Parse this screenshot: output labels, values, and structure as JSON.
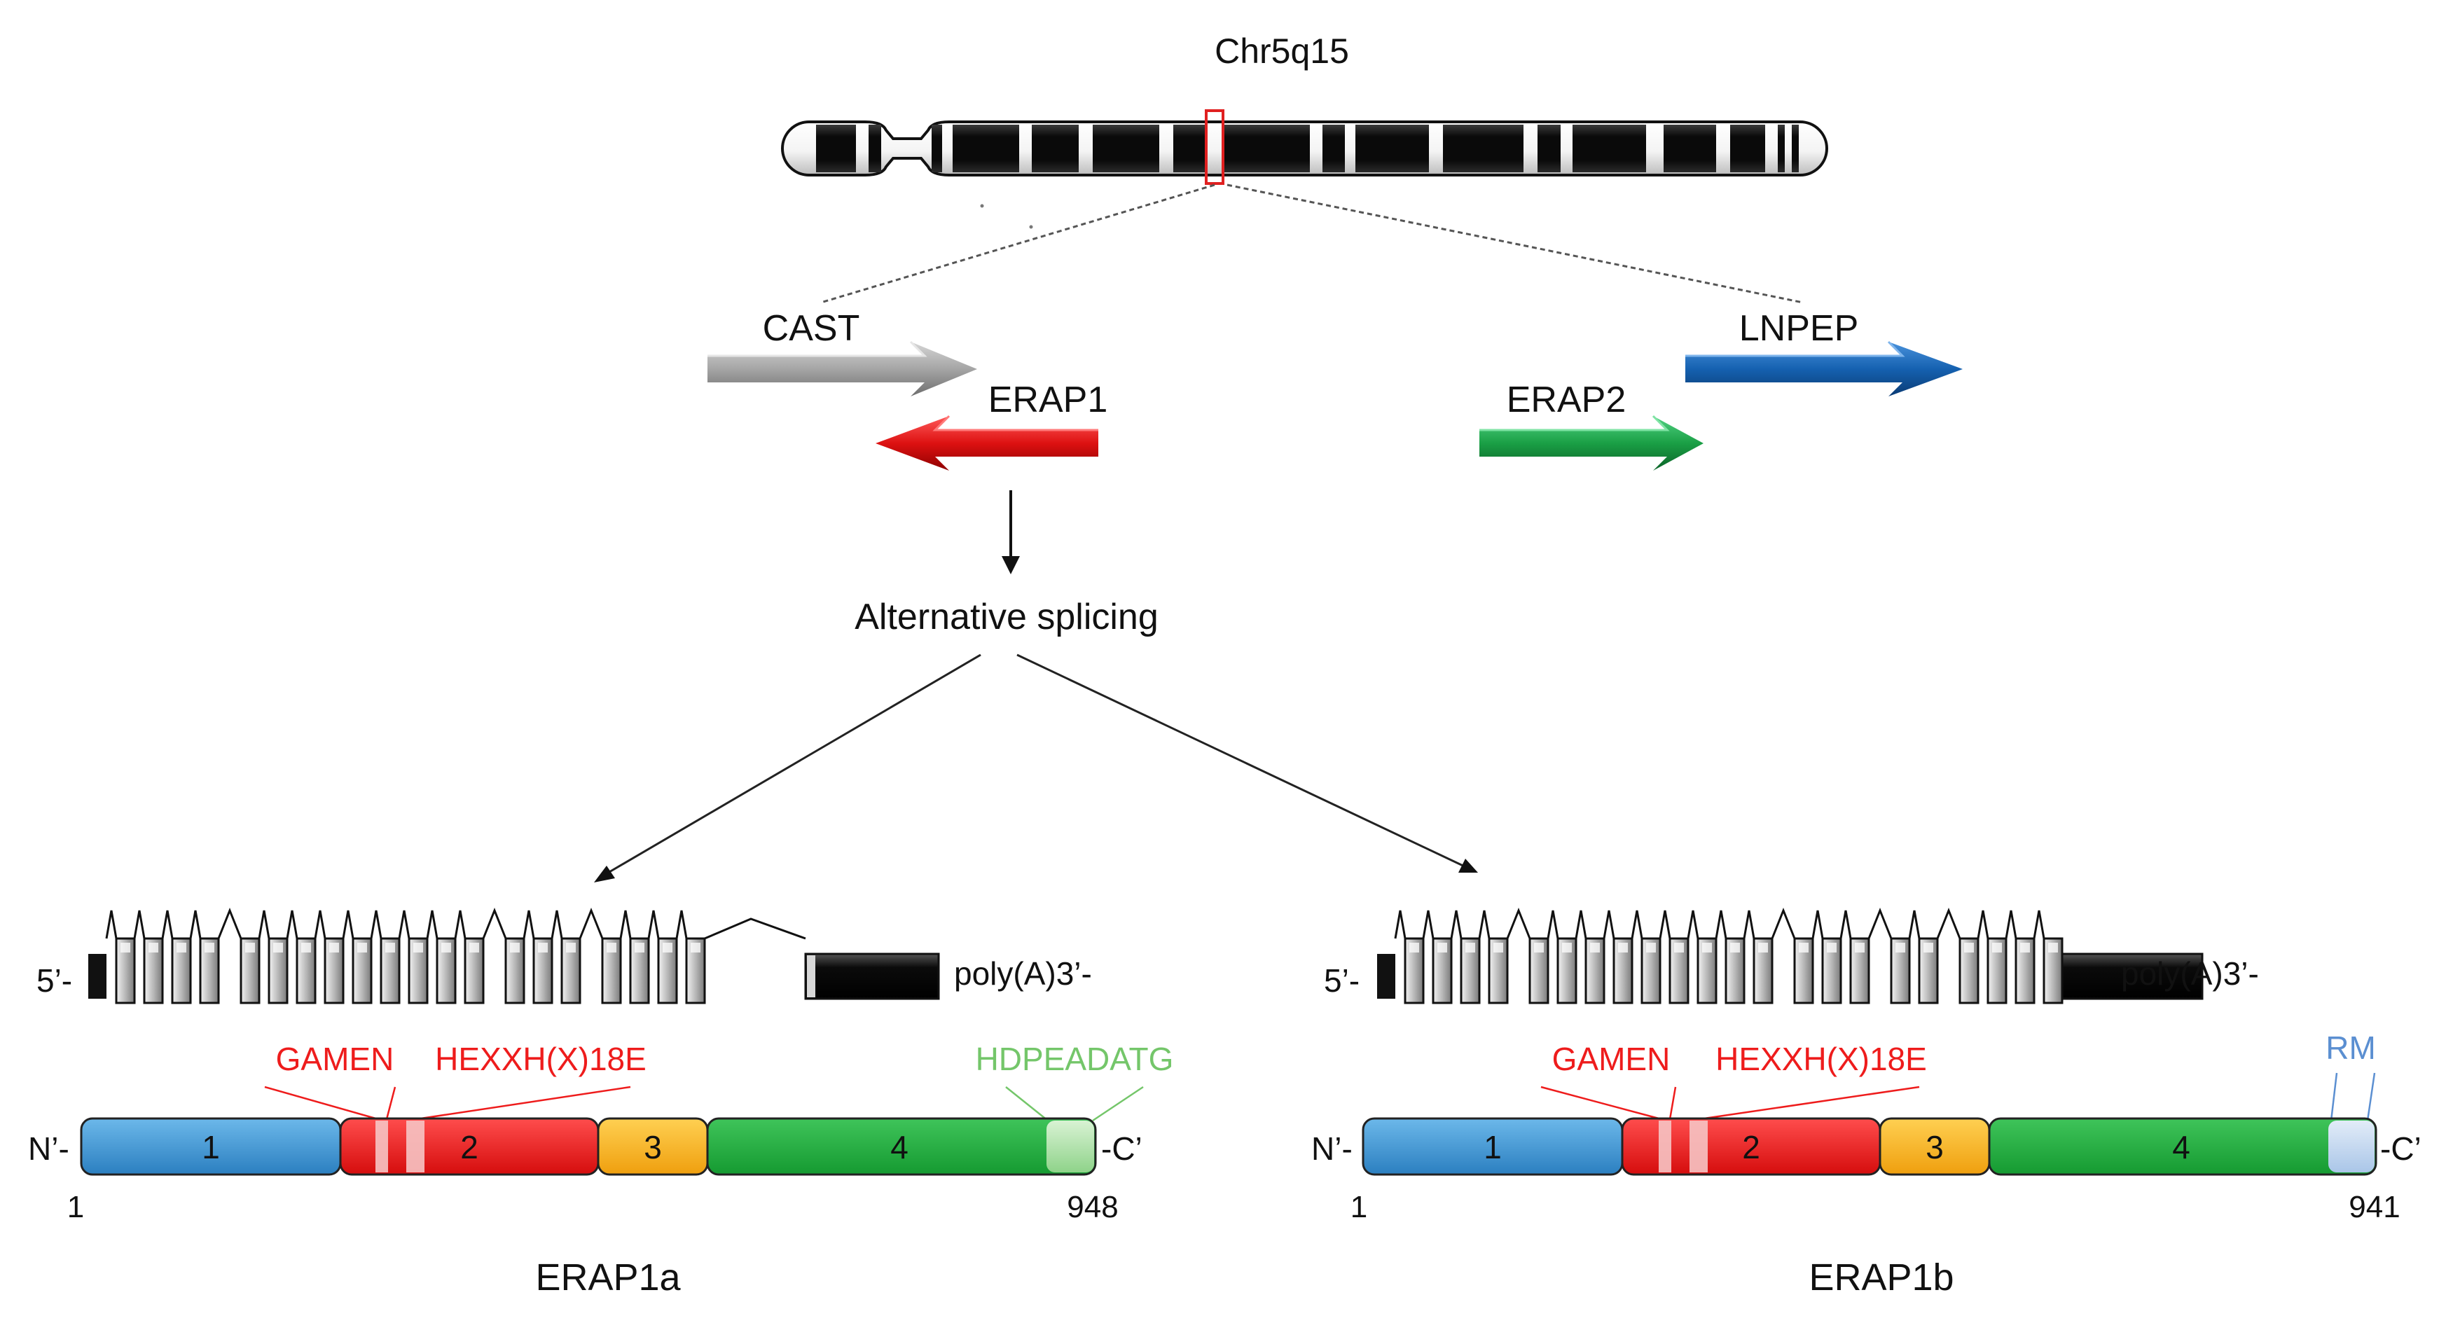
{
  "chromosome": {
    "label": "Chr5q15",
    "band_color": "#1a1a1a",
    "highlight_color": "#e02020"
  },
  "genes": {
    "cast": {
      "label": "CAST",
      "color": "#9a9a9a"
    },
    "erap1": {
      "label": "ERAP1",
      "color": "#dd1111"
    },
    "erap2": {
      "label": "ERAP2",
      "color": "#1a9f45"
    },
    "lnpep": {
      "label": "LNPEP",
      "color": "#1561b0"
    }
  },
  "process_label": "Alternative splicing",
  "isoforms": [
    {
      "name": "ERAP1a",
      "five_prime": "5’-",
      "polya": "poly(A)3’-",
      "n_term": "N’-",
      "c_term": "-C’",
      "start": "1",
      "end": "948",
      "motifs": {
        "gamen": "GAMEN",
        "hexxh": "HEXXH(X)18E",
        "tail": "HDPEADATG"
      },
      "tail_color": "#74c66a",
      "domains": [
        "1",
        "2",
        "3",
        "4"
      ]
    },
    {
      "name": "ERAP1b",
      "five_prime": "5’-",
      "polya": "poly(A)3’-",
      "n_term": "N’-",
      "c_term": "-C’",
      "start": "1",
      "end": "941",
      "motifs": {
        "gamen": "GAMEN",
        "hexxh": "HEXXH(X)18E",
        "tail": "RM"
      },
      "tail_color": "#5b8fd1",
      "domains": [
        "1",
        "2",
        "3",
        "4"
      ]
    }
  ],
  "colors": {
    "domain1": "#3d95d2",
    "domain2": "#ea1b1b",
    "domain3": "#f6b21d",
    "domain4": "#1faa3c",
    "motif_red": "#ee1c1c"
  }
}
